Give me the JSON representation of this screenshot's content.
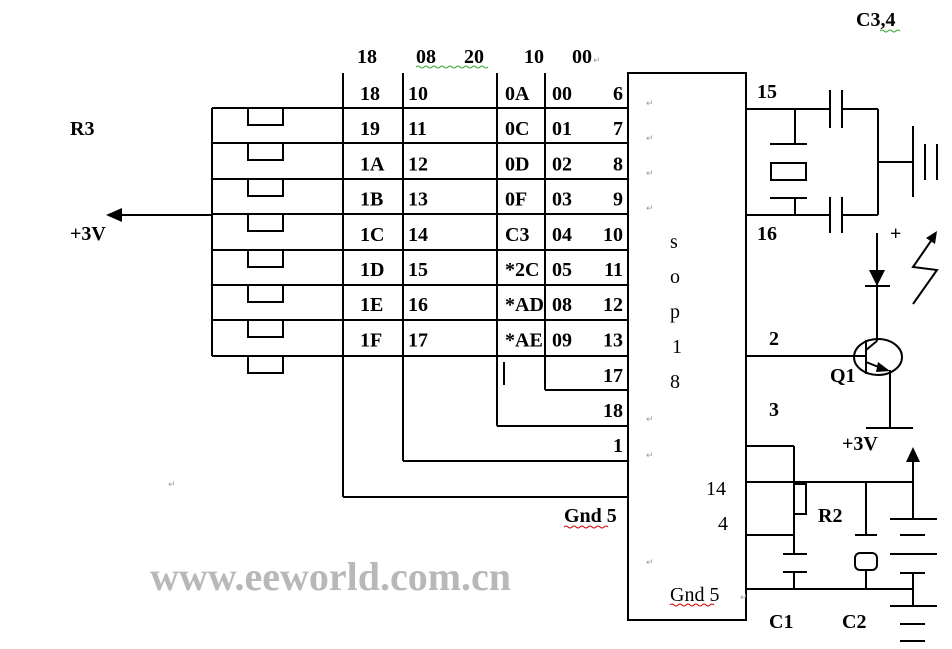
{
  "header_row": [
    "18",
    "08",
    "20",
    "10",
    "00"
  ],
  "table_rows": [
    [
      "18",
      "10",
      "0A",
      "00",
      "6"
    ],
    [
      "19",
      "11",
      "0C",
      "01",
      "7"
    ],
    [
      "1A",
      "12",
      "0D",
      "02",
      "8"
    ],
    [
      "1B",
      "13",
      "0F",
      "03",
      "9"
    ],
    [
      "1C",
      "14",
      "C3",
      "04",
      "10"
    ],
    [
      "1D",
      "15",
      "*2C",
      "05",
      "11"
    ],
    [
      "1E",
      "16",
      "*AD",
      "08",
      "12"
    ],
    [
      "1F",
      "17",
      "*AE",
      "09",
      "13"
    ]
  ],
  "extra_pins": [
    "17",
    "18",
    "1"
  ],
  "left": {
    "r3": "R3",
    "supply": "+3V"
  },
  "chip": {
    "type_chars": [
      "s",
      "o",
      "p",
      "1",
      "8"
    ],
    "pin14": "14",
    "pin4": "4",
    "gnd_inside": "Gnd 5",
    "gnd_outside": "Gnd 5"
  },
  "right": {
    "c34": "C3,4",
    "pin15": "15",
    "pin16": "16",
    "pin2": "2",
    "pin3": "3",
    "plus": "+",
    "q1": "Q1",
    "supply": "+3V",
    "r2": "R2",
    "c1": "C1",
    "c2": "C2"
  },
  "watermark": "www.eeworld.com.cn"
}
